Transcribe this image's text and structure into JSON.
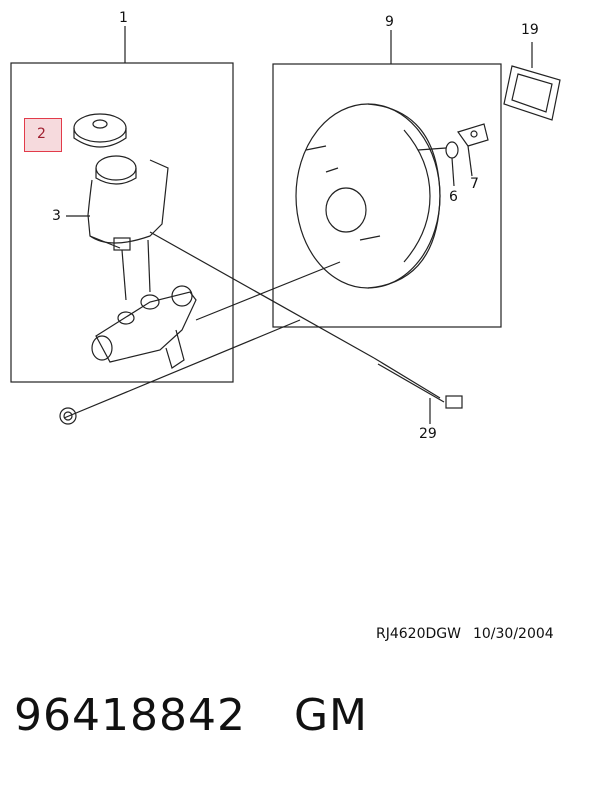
{
  "diagram": {
    "callouts": [
      {
        "id": "1",
        "label": "1"
      },
      {
        "id": "2",
        "label": "2",
        "highlighted": true
      },
      {
        "id": "3",
        "label": "3"
      },
      {
        "id": "6",
        "label": "6"
      },
      {
        "id": "7",
        "label": "7"
      },
      {
        "id": "9",
        "label": "9"
      },
      {
        "id": "19",
        "label": "19"
      },
      {
        "id": "29",
        "label": "29"
      }
    ],
    "highlight_color": "#e23b4a",
    "highlight_fill": "#f6dadd"
  },
  "footer": {
    "diagram_code": "RJ4620DGW",
    "date": "10/30/2004"
  },
  "part": {
    "number": "96418842",
    "brand": "GM"
  }
}
